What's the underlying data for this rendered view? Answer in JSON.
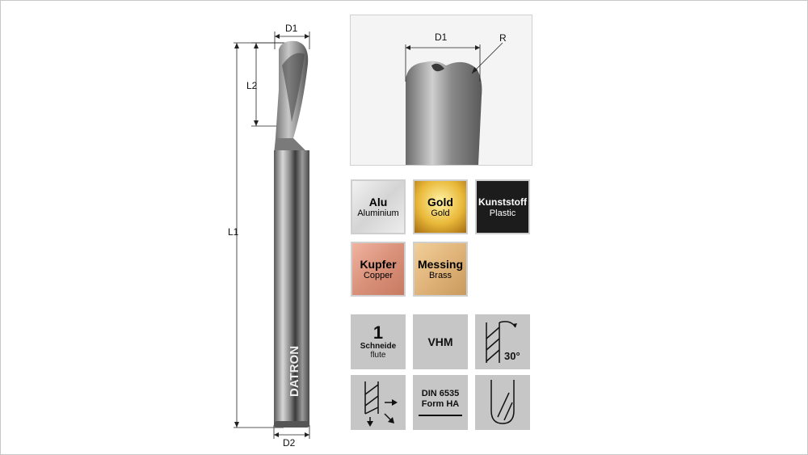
{
  "dimensions": {
    "d1_top": "D1",
    "l2": "L2",
    "l1": "L1",
    "d2": "D2",
    "detail_d1": "D1",
    "detail_r": "R"
  },
  "tool": {
    "brand": "DATRON"
  },
  "materials": [
    {
      "name": "Alu",
      "sub": "Aluminium"
    },
    {
      "name": "Gold",
      "sub": "Gold"
    },
    {
      "name": "Kunststoff",
      "sub": "Plastic"
    },
    {
      "name": "Kupfer",
      "sub": "Copper"
    },
    {
      "name": "Messing",
      "sub": "Brass"
    }
  ],
  "properties": {
    "flutes_count": "1",
    "flutes_label_de": "Schneide",
    "flutes_label_en": "flute",
    "material": "VHM",
    "helix_angle": "30°",
    "standard_line1": "DIN 6535",
    "standard_line2": "Form HA"
  },
  "colors": {
    "alu": "#e6e6e6",
    "gold": "#e9b93a",
    "plastic": "#1c1c1c",
    "copper": "#d9917a",
    "brass": "#e0b47a",
    "icon_bg": "#c6c6c6"
  }
}
